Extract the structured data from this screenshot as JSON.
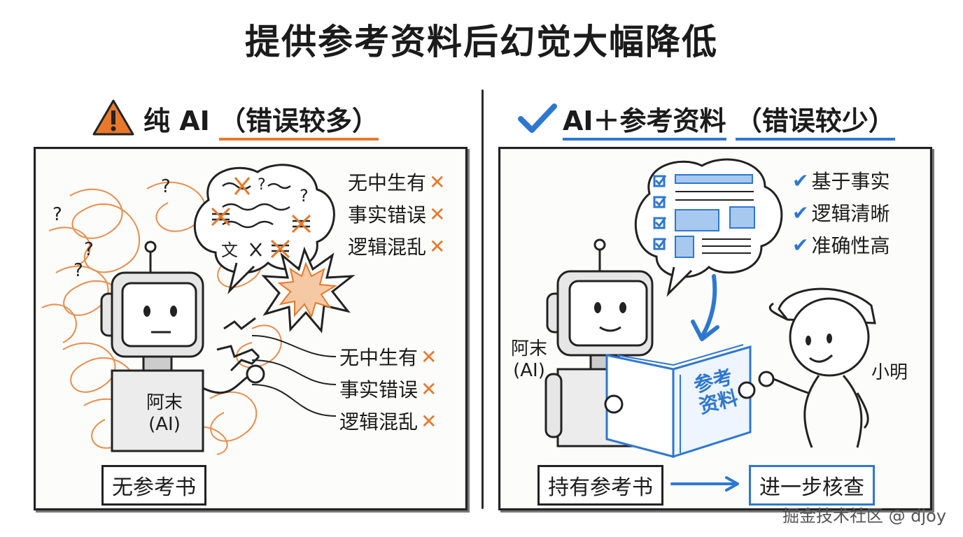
{
  "title": "提供参考资料后幻觉大幅降低",
  "left": {
    "heading_prefix": "纯 AI",
    "heading_note": "（错误较多）",
    "warning_icon": "warning-triangle-icon",
    "thought_text": "文",
    "list_top": [
      "无中生有",
      "事实错误",
      "逻辑混乱"
    ],
    "list_bottom": [
      "无中生有",
      "事实错误",
      "逻辑混乱"
    ],
    "robot_label_line1": "阿末",
    "robot_label_line2": "(AI)",
    "bottom_label": "无参考书",
    "accent": "#e8792b"
  },
  "right": {
    "heading_prefix": "AI＋参考资料",
    "heading_note": "（错误较少）",
    "check_icon": "checkmark-icon",
    "list": [
      "基于事实",
      "逻辑清晰",
      "准确性高"
    ],
    "robot_label_line1": "阿末",
    "robot_label_line2": "(AI)",
    "person_label": "小明",
    "book_title_line1": "参考",
    "book_title_line2": "资料",
    "bottom_label": "持有参考书",
    "next_label": "进一步核查",
    "accent": "#2e77d0"
  },
  "watermark": "掘金技术社区 @ djoy"
}
